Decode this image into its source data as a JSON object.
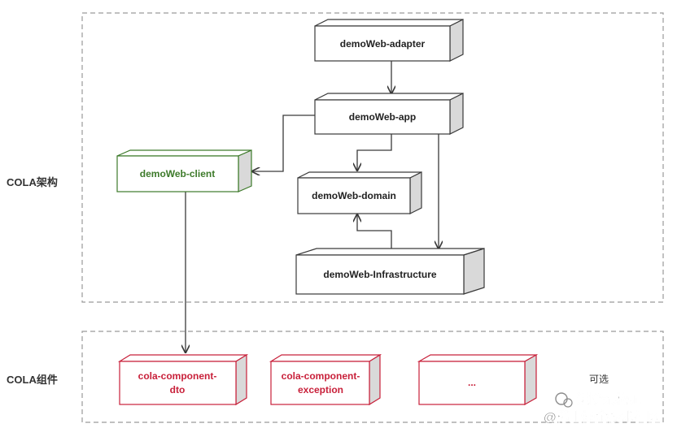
{
  "sections": {
    "cola_architecture": "COLA架构",
    "cola_components": "COLA组件"
  },
  "nodes": {
    "adapter": "demoWeb-adapter",
    "app": "demoWeb-app",
    "client": "demoWeb-client",
    "domain": "demoWeb-domain",
    "infrastructure": "demoWeb-Infrastructure",
    "component_dto_line1": "cola-component-",
    "component_dto_line2": "dto",
    "component_exception_line1": "cola-component-",
    "component_exception_line2": "exception",
    "component_more": "..."
  },
  "optional_label": "可选",
  "watermark": {
    "line1": "进阶架构师",
    "line2": "@稀土掘金技术社区"
  },
  "colors": {
    "default_stroke": "#3a3a3a",
    "client_stroke": "#3d7a2a",
    "client_text": "#3d7a2a",
    "component_stroke": "#c8203a",
    "component_text": "#c8203a",
    "side_face": "#d9d9d9",
    "dashed_border": "#9a9a9a"
  }
}
